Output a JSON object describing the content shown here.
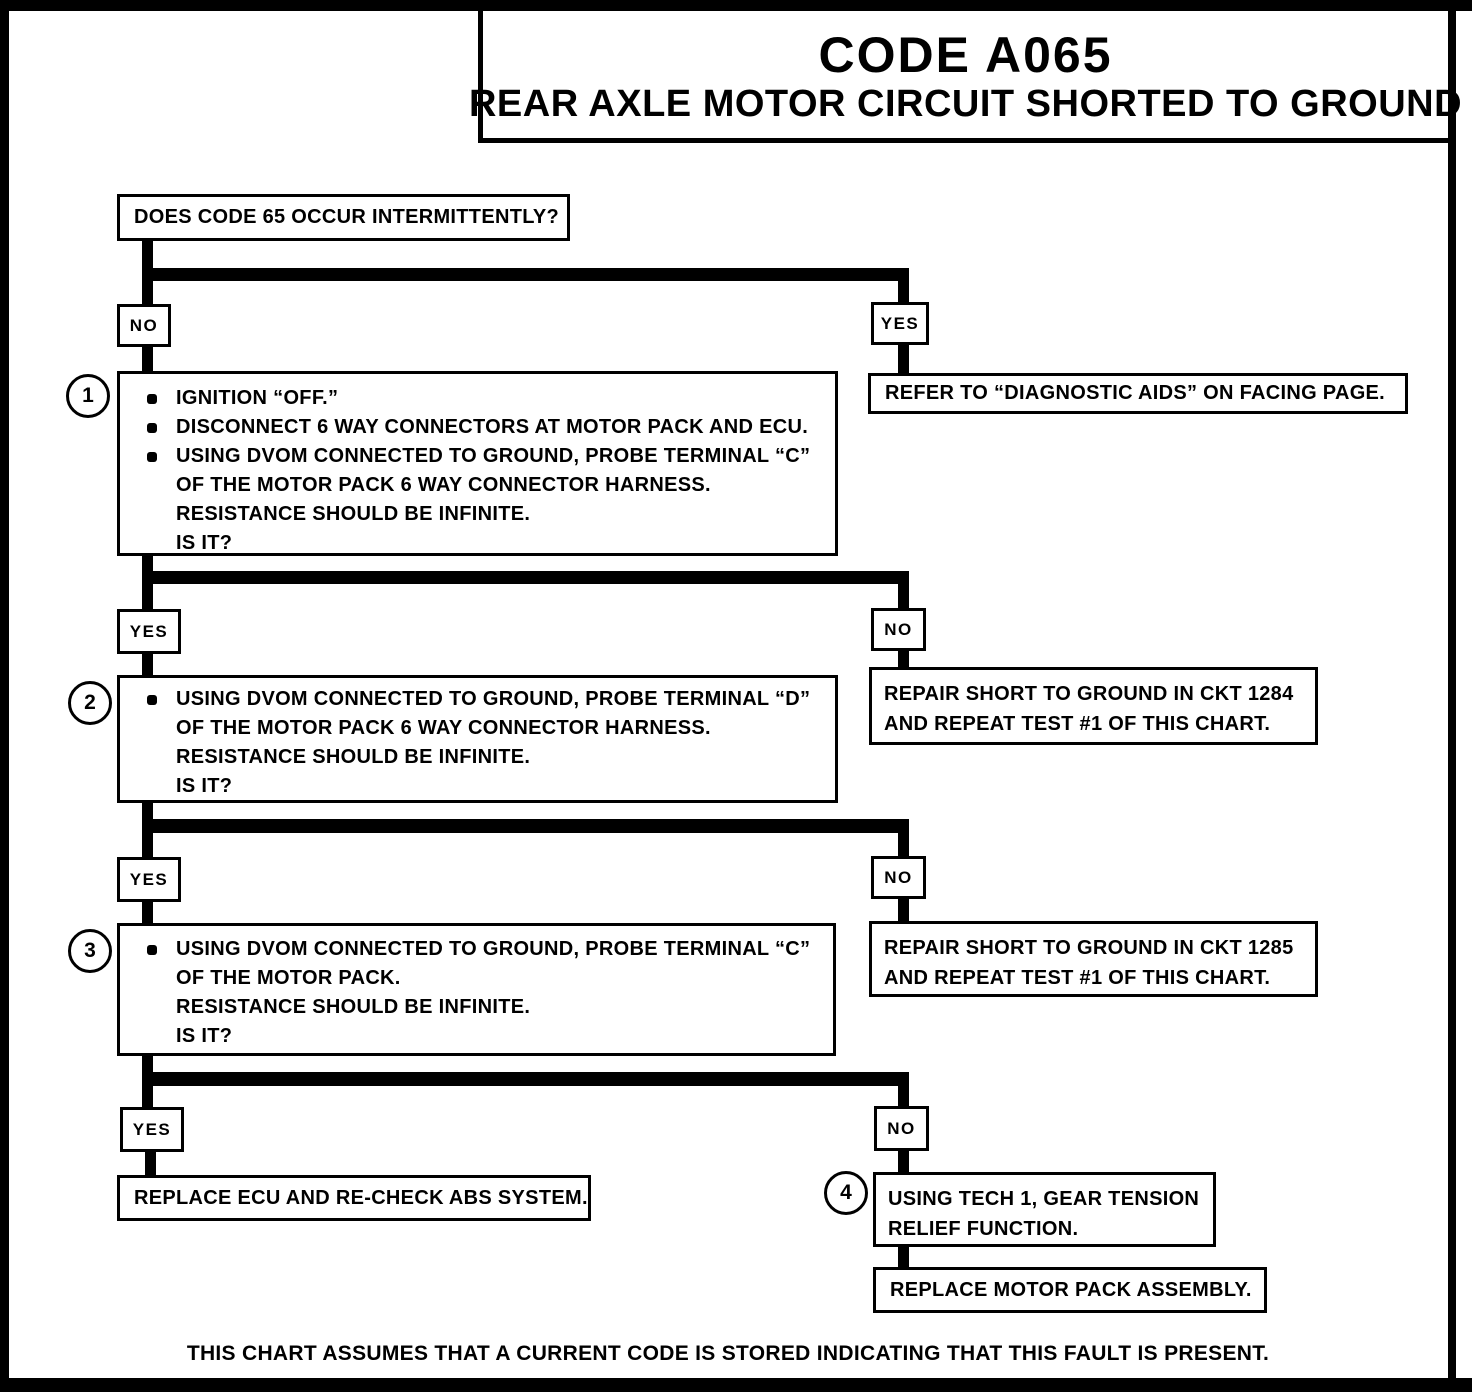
{
  "header": {
    "code": "CODE A065",
    "title": "REAR AXLE MOTOR CIRCUIT SHORTED TO GROUND"
  },
  "labels": {
    "yes": "YES",
    "no": "NO"
  },
  "flow": {
    "q_intermittent": "DOES CODE 65 OCCUR INTERMITTENTLY?",
    "refer_aids": "REFER TO “DIAGNOSTIC AIDS” ON FACING PAGE.",
    "step1": {
      "number": "1",
      "lines": [
        "IGNITION “OFF.”",
        "DISCONNECT 6 WAY CONNECTORS AT MOTOR PACK AND ECU.",
        "USING DVOM CONNECTED TO GROUND, PROBE TERMINAL “C”",
        "OF THE MOTOR PACK 6 WAY CONNECTOR HARNESS.",
        "RESISTANCE SHOULD BE INFINITE.",
        "IS IT?"
      ]
    },
    "repair_1284": {
      "line1": "REPAIR SHORT TO GROUND IN CKT 1284",
      "line2": "AND REPEAT TEST #1 OF THIS CHART."
    },
    "step2": {
      "number": "2",
      "lines": [
        "USING DVOM CONNECTED TO GROUND, PROBE TERMINAL “D”",
        "OF THE MOTOR PACK 6 WAY CONNECTOR HARNESS.",
        "RESISTANCE SHOULD BE INFINITE.",
        "IS IT?"
      ]
    },
    "repair_1285": {
      "line1": "REPAIR SHORT TO GROUND IN CKT 1285",
      "line2": "AND REPEAT TEST #1 OF THIS CHART."
    },
    "step3": {
      "number": "3",
      "lines": [
        "USING DVOM CONNECTED TO GROUND, PROBE TERMINAL “C”",
        "OF THE MOTOR PACK.",
        "RESISTANCE SHOULD BE INFINITE.",
        "IS IT?"
      ]
    },
    "replace_ecu": "REPLACE ECU AND RE-CHECK ABS SYSTEM.",
    "step4": {
      "number": "4",
      "lines": [
        "USING TECH 1, GEAR TENSION",
        "RELIEF FUNCTION."
      ]
    },
    "replace_motor_pack": "REPLACE MOTOR PACK ASSEMBLY.",
    "footer": "THIS CHART ASSUMES THAT A CURRENT CODE IS STORED INDICATING THAT THIS FAULT IS PRESENT."
  },
  "colors": {
    "ink": "#000000",
    "paper": "#ffffff"
  }
}
